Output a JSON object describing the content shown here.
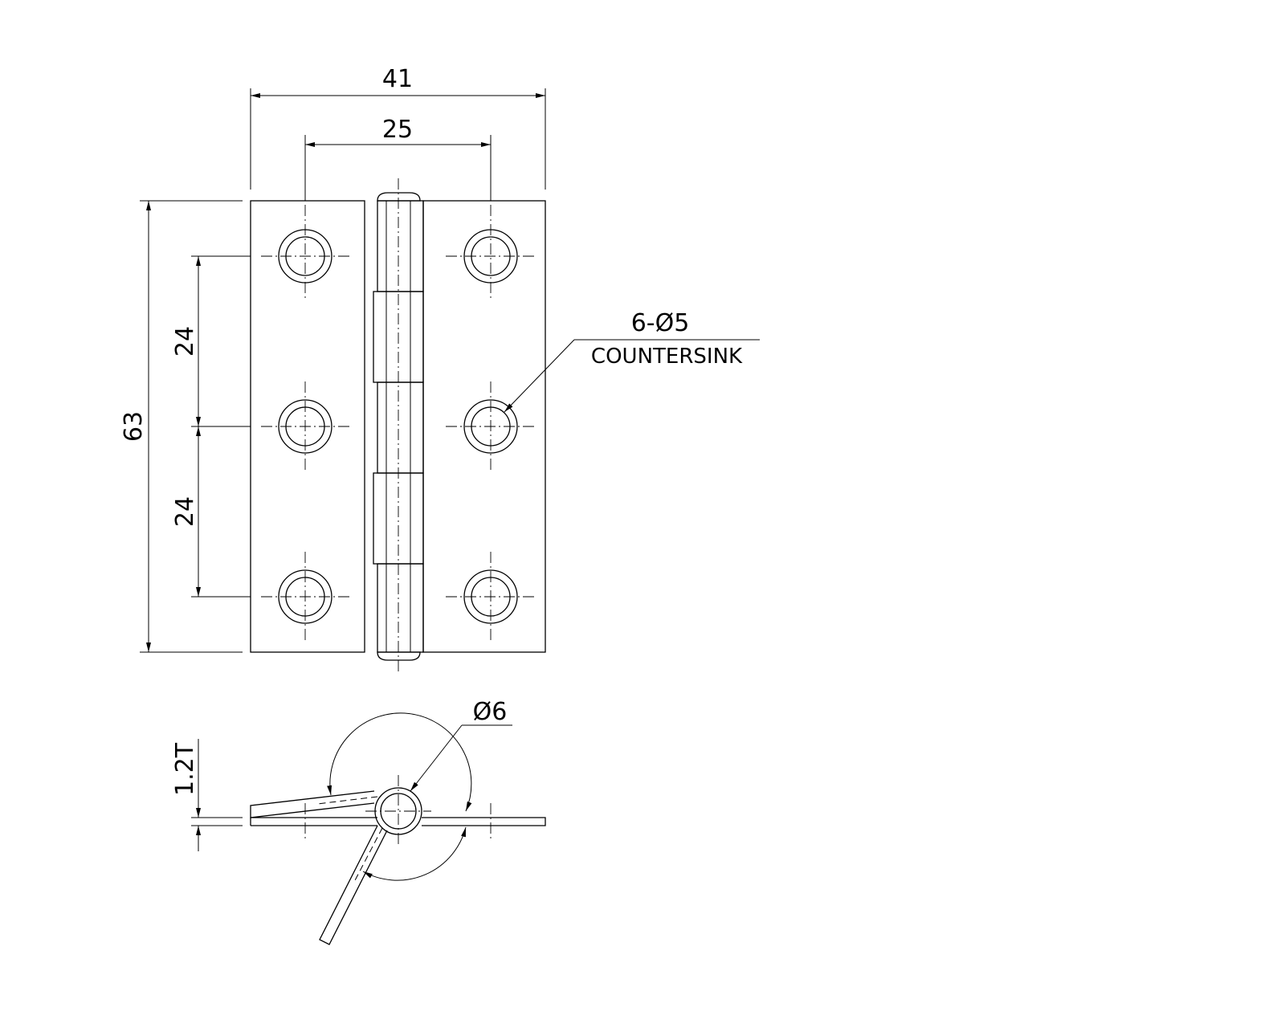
{
  "drawing": {
    "overall_width": "41",
    "hole_spacing_horizontal": "25",
    "overall_height": "63",
    "hole_spacing_vertical_upper": "24",
    "hole_spacing_vertical_lower": "24",
    "hole_callout": "6-Ø5",
    "hole_callout_note": "COUNTERSINK",
    "pin_diameter": "Ø6",
    "thickness": "1.2T"
  }
}
